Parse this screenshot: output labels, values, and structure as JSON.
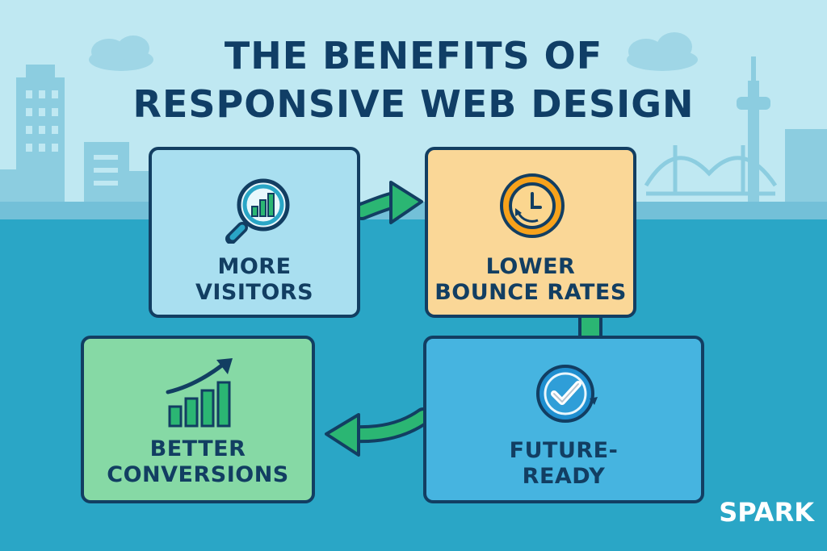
{
  "title": {
    "line1": "THE BENEFITS OF",
    "line2": "RESPONSIVE WEB DESIGN"
  },
  "cards": [
    {
      "id": "more-visitors",
      "label_lines": [
        "MORE",
        "VISITORS"
      ],
      "icon": "magnifier-bar-chart-icon",
      "color": "#a9dff0"
    },
    {
      "id": "lower-bounce-rates",
      "label_lines": [
        "LOWER",
        "BOUNCE RATES"
      ],
      "icon": "clock-refresh-icon",
      "color": "#fad797"
    },
    {
      "id": "better-conversions",
      "label_lines": [
        "BETTER",
        "CONVERSIONS"
      ],
      "icon": "growth-chart-icon",
      "color": "#86d9a5"
    },
    {
      "id": "future-ready",
      "label_lines": [
        "FUTURE-",
        "READY"
      ],
      "icon": "check-circle-icon",
      "color": "#46b4e0"
    }
  ],
  "brand": "SPARK",
  "colors": {
    "outline": "#123e62",
    "title": "#103e66",
    "arrow": "#2bb673",
    "sky": "#bfe8f2",
    "ground": "#2aa6c6"
  }
}
